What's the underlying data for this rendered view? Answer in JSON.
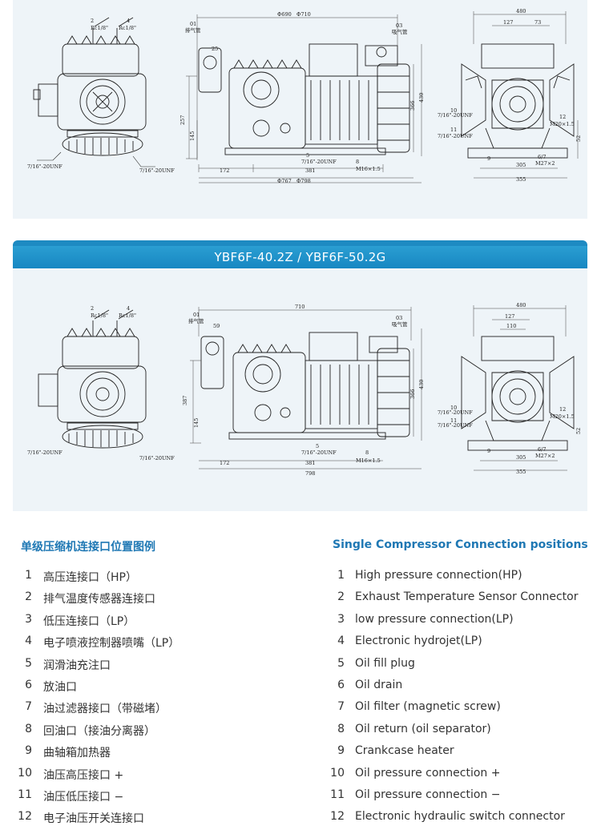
{
  "banner": {
    "title": "YBF6F-40.2Z / YBF6F-50.2G"
  },
  "top_drawing": {
    "left": {
      "rc2": "Rc1/8\"",
      "rc4": "Rc1/8\"",
      "unf_a": "7/16\"-20UNF",
      "unf_b": "7/16\"-20UNF",
      "n2": "2",
      "n4": "4"
    },
    "side": {
      "d690": "Φ690",
      "d710": "Φ710",
      "d25": "25",
      "d257": "257",
      "d145": "145",
      "d366": "366",
      "d430": "430",
      "d172": "172",
      "d381": "381",
      "d767": "Φ767",
      "d798": "Φ798",
      "unf": "7/16\"-20UNF",
      "m16": "M16×1.5",
      "n5": "5",
      "n8": "8",
      "lbl1": "01",
      "lbl1b": "排气管",
      "lbl3": "03",
      "lbl3b": "吸气管"
    },
    "front": {
      "d480": "480",
      "d127": "127",
      "d73": "73",
      "d305": "305",
      "d355": "355",
      "m20": "M20×1.5",
      "m27": "M27×2",
      "unf1": "7/16\"-20UNF",
      "unf2": "7/16\"-20UNF",
      "n10": "10",
      "n11": "11",
      "n12": "12",
      "n9": "9",
      "n67": "6/7",
      "n52": "52"
    }
  },
  "bottom_drawing": {
    "left": {
      "rc2": "Rc1/8\"",
      "rc4": "Rc1/8\"",
      "unf_a": "7/16\"-20UNF",
      "unf_b": "7/16\"-20UNF",
      "n2": "2",
      "n4": "4"
    },
    "side": {
      "d710": "710",
      "d59": "59",
      "d387": "387",
      "d145": "145",
      "d366": "366",
      "d430": "430",
      "d172": "172",
      "d381": "381",
      "d798": "798",
      "unf": "7/16\"-20UNF",
      "m16": "M16×1.5",
      "n5": "5",
      "n8": "8",
      "lbl1": "01",
      "lbl1b": "排气管",
      "lbl3": "03",
      "lbl3b": "吸气管"
    },
    "front": {
      "d480": "480",
      "d127": "127",
      "d110": "110",
      "d305": "305",
      "d355": "355",
      "m20": "M20×1.5",
      "m27": "M27×2",
      "unf1": "7/16\"-20UNF",
      "unf2": "7/16\"-20UNF",
      "n10": "10",
      "n11": "11",
      "n12": "12",
      "n9": "9",
      "n67": "6/7",
      "n52": "52"
    }
  },
  "legend": {
    "cn_title": "单级压缩机连接口位置图例",
    "en_title": "Single Compressor Connection positions",
    "items": [
      {
        "num": "1",
        "cn": "高压连接口（HP）",
        "en": "High pressure connection(HP)"
      },
      {
        "num": "2",
        "cn": "排气温度传感器连接口",
        "en": "Exhaust Temperature Sensor Connector"
      },
      {
        "num": "3",
        "cn": "低压连接口（LP）",
        "en": "low pressure connection(LP)"
      },
      {
        "num": "4",
        "cn": "电子喷液控制器喷嘴（LP）",
        "en": "Electronic hydrojet(LP)"
      },
      {
        "num": "5",
        "cn": "润滑油充注口",
        "en": "Oil fill plug"
      },
      {
        "num": "6",
        "cn": "放油口",
        "en": "Oil drain"
      },
      {
        "num": "7",
        "cn": "油过滤器接口（带磁堵）",
        "en": "Oil filter (magnetic screw)"
      },
      {
        "num": "8",
        "cn": "回油口（接油分离器）",
        "en": "Oil return (oil separator)"
      },
      {
        "num": "9",
        "cn": "曲轴箱加热器",
        "en": "Crankcase heater"
      },
      {
        "num": "10",
        "cn": "油压高压接口 +",
        "en": "Oil pressure connection +"
      },
      {
        "num": "11",
        "cn": "油压低压接口 −",
        "en": "Oil pressure connection −"
      },
      {
        "num": "12",
        "cn": "电子油压开关连接口",
        "en": "Electronic hydraulic switch connector"
      }
    ]
  }
}
